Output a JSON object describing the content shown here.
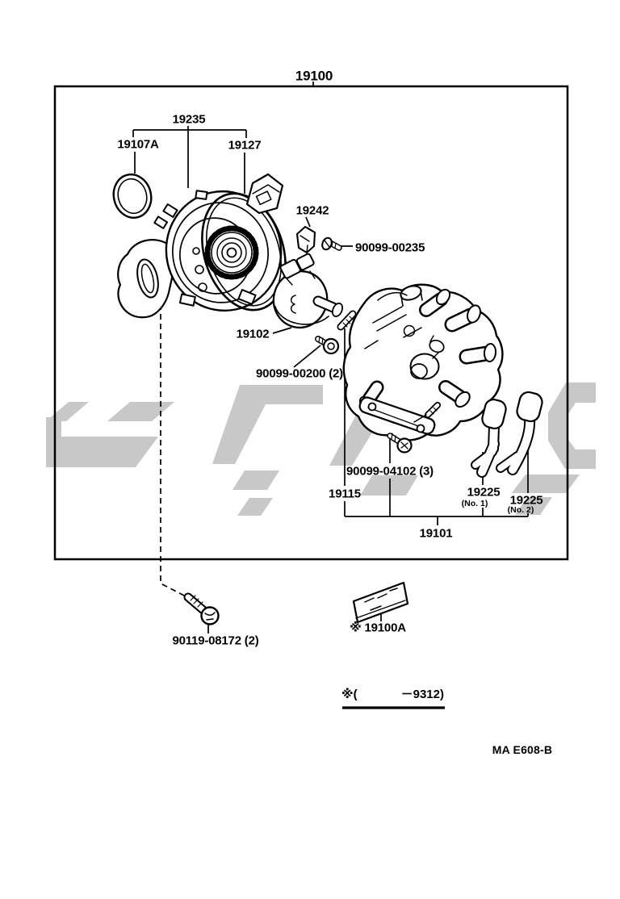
{
  "colors": {
    "background": "#ffffff",
    "line_art": "#000000",
    "watermark": "#c8c8c8"
  },
  "assembly": {
    "number": "19100"
  },
  "parts": {
    "p19235": "19235",
    "p19107a": "19107A",
    "p19127": "19127",
    "p19242": "19242",
    "p90099_00235": "90099-00235",
    "p19102": "19102",
    "p90099_00200": "90099-00200 (2)",
    "p90099_04102": "90099-04102 (3)",
    "p19115": "19115",
    "p19225_no1": "19225",
    "p19225_no1_sub": "(No. 1)",
    "p19225_no2": "19225",
    "p19225_no2_sub": "(No. 2)",
    "p19101": "19101",
    "p90119_08172": "90119-08172 (2)",
    "p19100a": "※ 19100A"
  },
  "footer": {
    "note_prefix": "※(",
    "note_suffix": "－9312)",
    "doc_code": "MA E608-B"
  }
}
